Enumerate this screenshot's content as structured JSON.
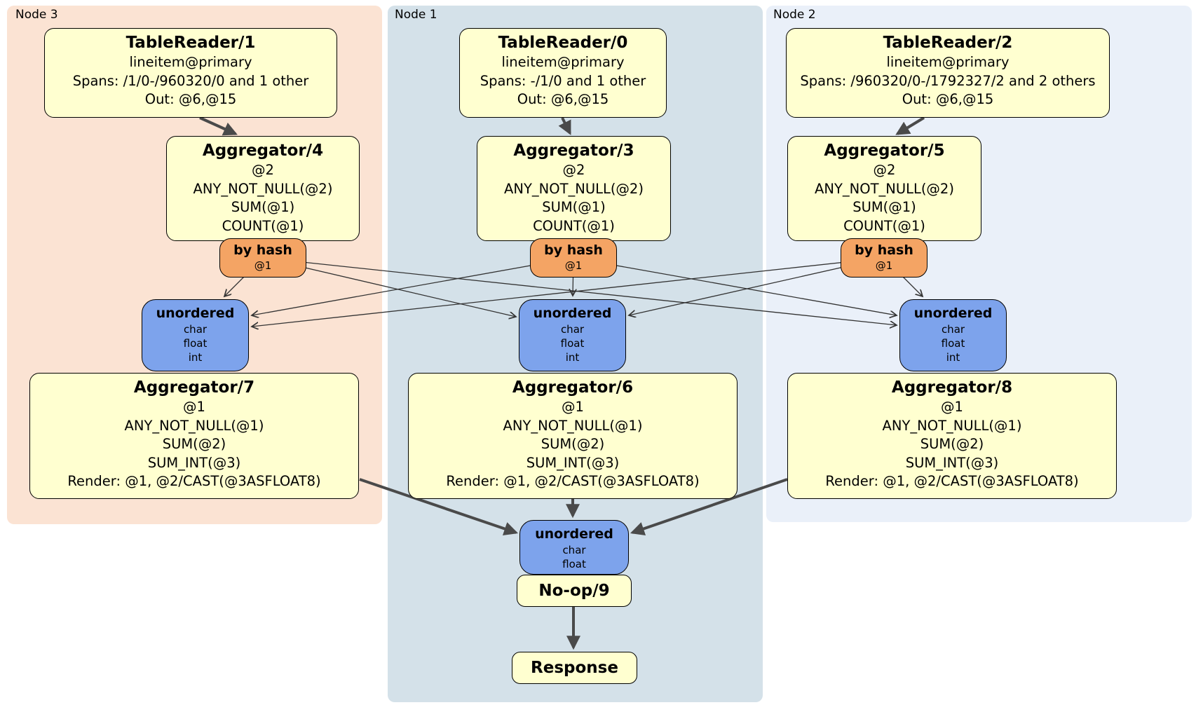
{
  "palette": {
    "region_node3": "#fbe3d3",
    "region_node1": "#d4e1e9",
    "region_node2": "#eaf0f9",
    "operator_fill": "#ffffd0",
    "router_fill": "#f4a464",
    "sync_fill": "#7da3ec",
    "border_color": "#000000",
    "edge_thick_color": "#4a4a4a",
    "edge_thin_color": "#333333"
  },
  "regions": [
    {
      "label": "Node 3"
    },
    {
      "label": "Node 1"
    },
    {
      "label": "Node 2"
    }
  ],
  "operators": {
    "tr1": {
      "title": "TableReader/1",
      "index": "lineitem@primary",
      "spans": "Spans: /1/0-/960320/0 and 1 other",
      "out": "Out: @6,@15"
    },
    "tr0": {
      "title": "TableReader/0",
      "index": "lineitem@primary",
      "spans": "Spans: -/1/0 and 1 other",
      "out": "Out: @6,@15"
    },
    "tr2": {
      "title": "TableReader/2",
      "index": "lineitem@primary",
      "spans": "Spans: /960320/0-/1792327/2 and 2 others",
      "out": "Out: @6,@15"
    },
    "agg4": {
      "title": "Aggregator/4",
      "lines": [
        "@2",
        "ANY_NOT_NULL(@2)",
        "SUM(@1)",
        "COUNT(@1)"
      ]
    },
    "agg3": {
      "title": "Aggregator/3",
      "lines": [
        "@2",
        "ANY_NOT_NULL(@2)",
        "SUM(@1)",
        "COUNT(@1)"
      ]
    },
    "agg5": {
      "title": "Aggregator/5",
      "lines": [
        "@2",
        "ANY_NOT_NULL(@2)",
        "SUM(@1)",
        "COUNT(@1)"
      ]
    },
    "agg7": {
      "title": "Aggregator/7",
      "lines": [
        "@1",
        "ANY_NOT_NULL(@1)",
        "SUM(@2)",
        "SUM_INT(@3)",
        "Render: @1, @2/CAST(@3ASFLOAT8)"
      ]
    },
    "agg6": {
      "title": "Aggregator/6",
      "lines": [
        "@1",
        "ANY_NOT_NULL(@1)",
        "SUM(@2)",
        "SUM_INT(@3)",
        "Render: @1, @2/CAST(@3ASFLOAT8)"
      ]
    },
    "agg8": {
      "title": "Aggregator/8",
      "lines": [
        "@1",
        "ANY_NOT_NULL(@1)",
        "SUM(@2)",
        "SUM_INT(@3)",
        "Render: @1, @2/CAST(@3ASFLOAT8)"
      ]
    },
    "noop": {
      "title": "No-op/9"
    },
    "response": {
      "title": "Response"
    }
  },
  "routers": [
    {
      "title": "by hash",
      "key": "@1"
    },
    {
      "title": "by hash",
      "key": "@1"
    },
    {
      "title": "by hash",
      "key": "@1"
    }
  ],
  "syncs": {
    "left": {
      "title": "unordered",
      "types": [
        "char",
        "float",
        "int"
      ]
    },
    "middle": {
      "title": "unordered",
      "types": [
        "char",
        "float",
        "int"
      ]
    },
    "right": {
      "title": "unordered",
      "types": [
        "char",
        "float",
        "int"
      ]
    },
    "final": {
      "title": "unordered",
      "types": [
        "char",
        "float"
      ]
    }
  }
}
